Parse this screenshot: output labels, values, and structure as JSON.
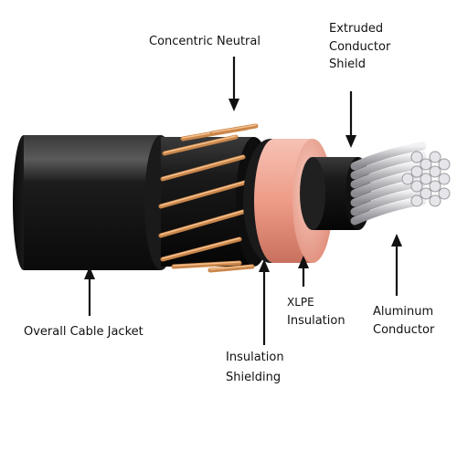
{
  "labels": {
    "concentric_neutral": "Concentric Neutral",
    "extruded_shield_line1": "Extruded",
    "extruded_shield_line2": "Conductor",
    "extruded_shield_line3": "Shield",
    "overall_jacket": "Overall Cable Jacket",
    "insulation_shielding_line1": "Insulation",
    "insulation_shielding_line2": "Shielding",
    "xlpe_line1": "XLPE",
    "xlpe_line2": "Insulation",
    "aluminum_line1": "Aluminum",
    "aluminum_line2": "Conductor"
  },
  "colors": {
    "jacket": "#141414",
    "copper_wire": "#c9864a",
    "insulation_pink": "#f0a898",
    "aluminum": "#c8c8cc",
    "background": "#ffffff"
  }
}
